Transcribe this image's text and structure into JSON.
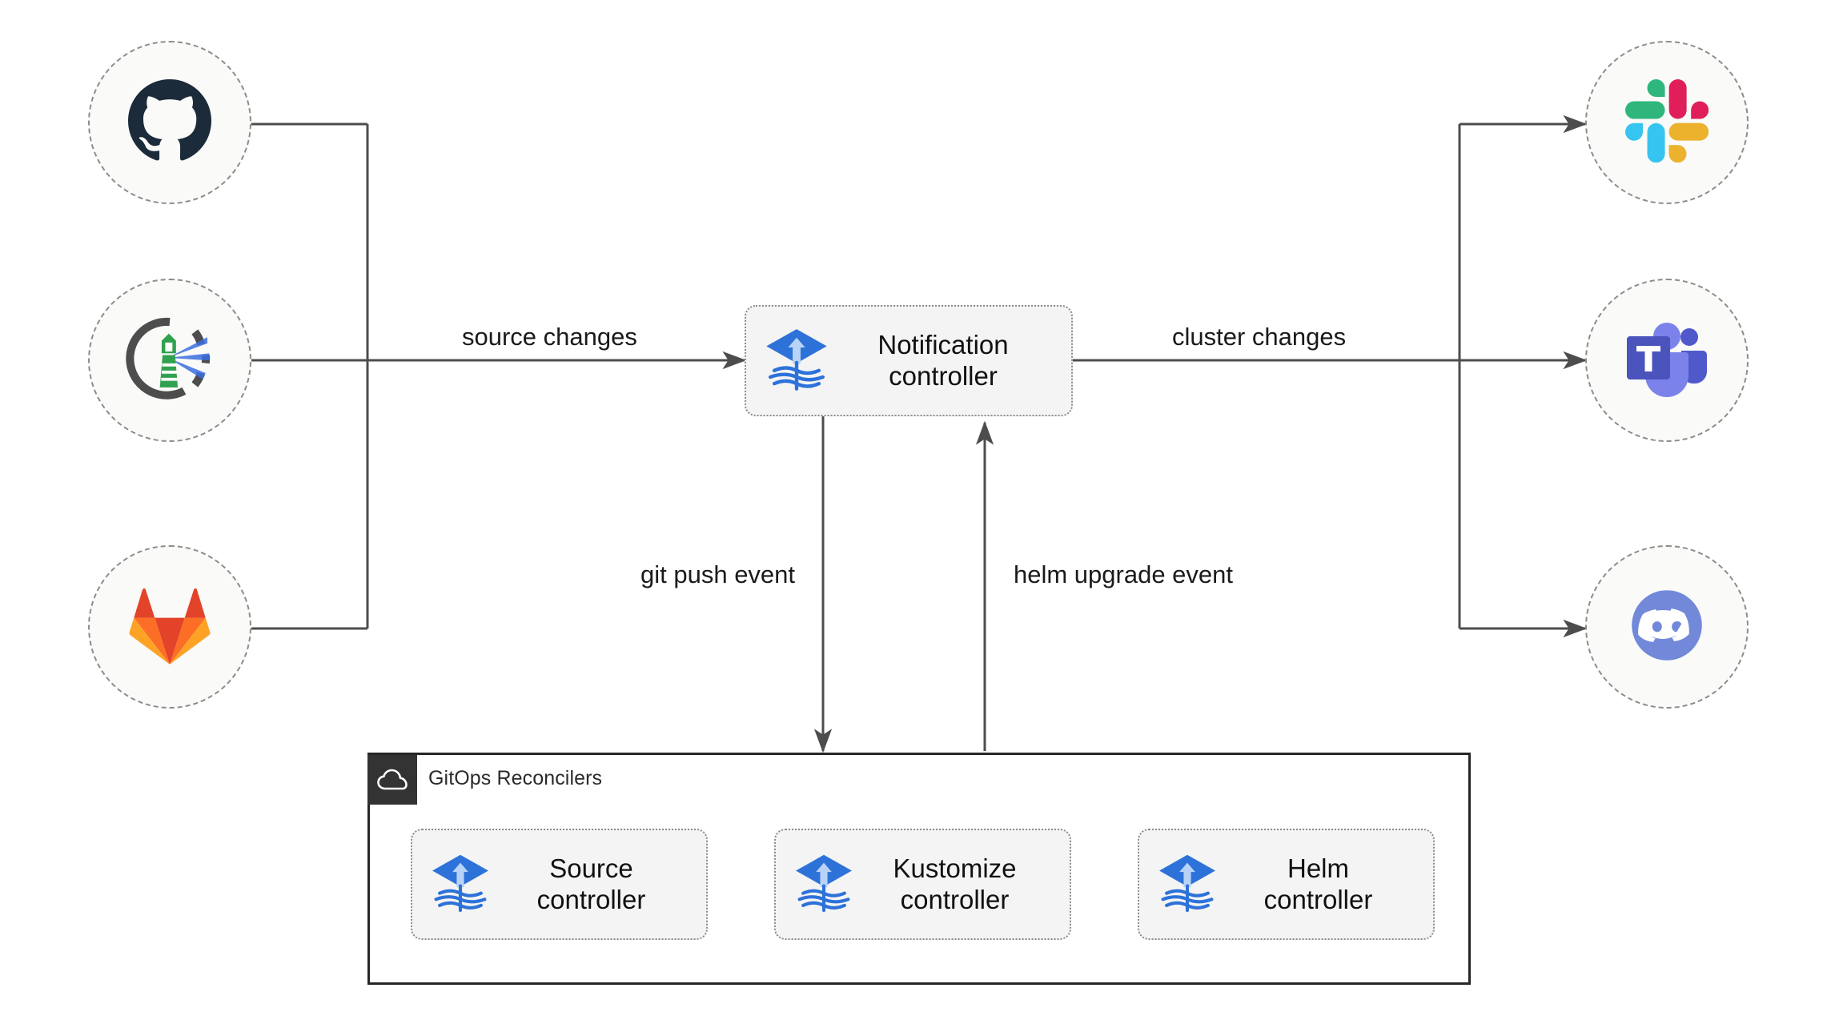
{
  "diagram": {
    "title": "Flux notification controller architecture",
    "background_color": "#ffffff",
    "line_color": "#4d4d4d"
  },
  "sources": [
    {
      "id": "github",
      "icon": "github-icon",
      "name": "GitHub",
      "color": "#1b2b3a"
    },
    {
      "id": "flux",
      "icon": "flux-lighthouse-icon",
      "name": "Flux",
      "color": "#4d4d4d",
      "accent": "#30a14e",
      "beam": "#3b6fe0"
    },
    {
      "id": "gitlab",
      "icon": "gitlab-icon",
      "name": "GitLab",
      "color": "#e24329",
      "accent": "#fc6d26",
      "accent2": "#fca326"
    }
  ],
  "destinations": [
    {
      "id": "slack",
      "icon": "slack-icon",
      "name": "Slack",
      "colors": {
        "blue": "#36c5f0",
        "green": "#2eb67d",
        "red": "#e01e5a",
        "yellow": "#ecb22e"
      }
    },
    {
      "id": "teams",
      "icon": "microsoft-teams-icon",
      "name": "Microsoft Teams",
      "colors": {
        "dark": "#4b53bc",
        "mid": "#5a62c3",
        "light": "#7b83eb"
      }
    },
    {
      "id": "discord",
      "icon": "discord-icon",
      "name": "Discord",
      "colors": {
        "blurple": "#7289da",
        "face": "#ffffff"
      }
    }
  ],
  "notification": {
    "icon": "flux-cd-icon",
    "label": "Notification\ncontroller"
  },
  "group": {
    "icon": "cloud-icon",
    "title": "GitOps Reconcilers",
    "controllers": [
      {
        "icon": "flux-cd-icon",
        "label": "Source\ncontroller"
      },
      {
        "icon": "flux-cd-icon",
        "label": "Kustomize\ncontroller"
      },
      {
        "icon": "flux-cd-icon",
        "label": "Helm\ncontroller"
      }
    ]
  },
  "edges": [
    {
      "id": "source-changes",
      "label": "source changes"
    },
    {
      "id": "cluster-changes",
      "label": "cluster changes"
    },
    {
      "id": "git-push-event",
      "label": "git push event"
    },
    {
      "id": "helm-upgrade-event",
      "label": "helm upgrade event"
    }
  ]
}
